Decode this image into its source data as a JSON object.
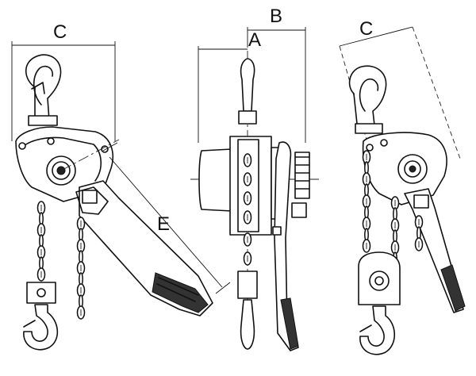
{
  "diagram": {
    "labels": {
      "c_left": "C",
      "b": "B",
      "a": "A",
      "c_right": "C",
      "e": "E"
    },
    "views": [
      "front-view",
      "side-view",
      "angled-view"
    ]
  }
}
